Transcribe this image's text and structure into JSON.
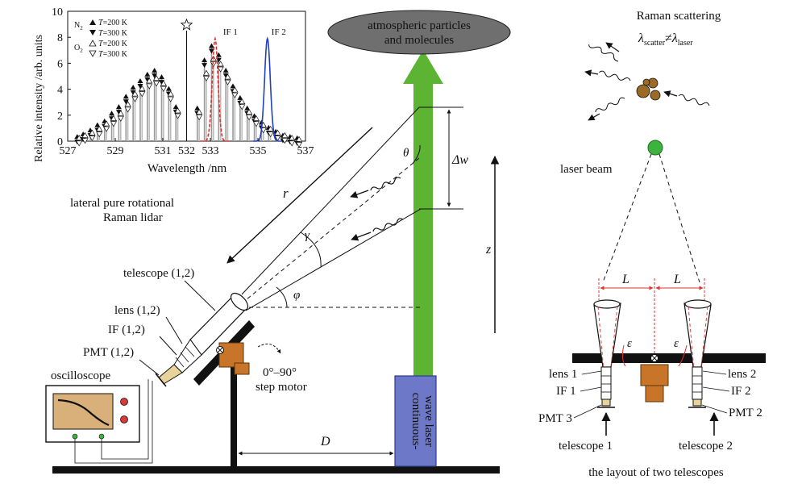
{
  "colors": {
    "laser_beam": "#5cb432",
    "laser_box": "#6d78c8",
    "laser_box_edge": "#2d3b8a",
    "cloud": "#6f6f6f",
    "motor": "#c8752a",
    "molecule": "#9a6a26",
    "laser_spot": "#3cb33c",
    "if1_filter": "#e03030",
    "if2_filter": "#2040c0",
    "scope_screen": "#d9b07a",
    "scope_button": "#d83a3a",
    "scope_terminal": "#3cb33c"
  },
  "labels": {
    "atmosphere_line1": "atmospheric particles",
    "atmosphere_line2": "and molecules",
    "raman_title": "Raman scattering",
    "lambda_scatter": "λ",
    "scatter_sub": "scatter",
    "neq": "≠",
    "lambda_laser": "λ",
    "laser_sub": "laser",
    "laser_beam_label": "laser beam",
    "lidar_line1": "lateral pure rotational",
    "lidar_line2": "Raman lidar",
    "r": "r",
    "theta": "θ",
    "gamma": "γ",
    "phi": "φ",
    "delta_w": "Δw",
    "z": "z",
    "D": "D",
    "L": "L",
    "epsilon": "ε",
    "telescope": "telescope (1,2)",
    "lens": "lens (1,2)",
    "if": "IF (1,2)",
    "pmt": "PMT (1,2)",
    "oscilloscope": "oscilloscope",
    "motor_angle": "0°–90°",
    "motor_label": "step motor",
    "laser_line1": "continuous-",
    "laser_line2": "wave laser",
    "lens1": "lens 1",
    "if1": "IF 1",
    "pmt3": "PMT 3",
    "tel1": "telescope 1",
    "lens2": "lens 2",
    "if2": "IF 2",
    "pmt2": "PMT 2",
    "tel2": "telescope 2",
    "layout_caption": "the layout of two telescopes"
  },
  "inset_plot": {
    "type": "bar",
    "xlabel": "Wavelength /nm",
    "ylabel": "Relative intensity /arb. units",
    "xlim": [
      527,
      537
    ],
    "ylim": [
      0,
      10
    ],
    "x_ticks": [
      "527",
      "529",
      "531",
      "532",
      "533",
      "535",
      "537"
    ],
    "x_tick_values": [
      527,
      529,
      531,
      532,
      533,
      535,
      537
    ],
    "y_ticks": [
      "0",
      "2",
      "4",
      "6",
      "8",
      "10"
    ],
    "y_tick_values": [
      0,
      2,
      4,
      6,
      8,
      10
    ],
    "laser_line_x": 532.0,
    "if1_label": "IF 1",
    "if2_label": "IF 2",
    "if1_center": 533.2,
    "if2_center": 535.4,
    "filter_peak": 7.9,
    "filter_width": 0.12,
    "legend": {
      "n2": "N",
      "n2_sub": "2",
      "o2": "O",
      "o2_sub": "2",
      "t": "T",
      "t200": "=200 K",
      "t300": "=300 K"
    },
    "lines": [
      {
        "x": 527.4,
        "a": 0.3,
        "b": 0.2
      },
      {
        "x": 527.65,
        "a": 0.5,
        "b": 0.4
      },
      {
        "x": 527.95,
        "a": 0.8,
        "b": 0.6
      },
      {
        "x": 528.25,
        "a": 1.2,
        "b": 0.9
      },
      {
        "x": 528.55,
        "a": 1.5,
        "b": 1.3
      },
      {
        "x": 528.85,
        "a": 2.1,
        "b": 1.7
      },
      {
        "x": 529.15,
        "a": 2.6,
        "b": 2.1
      },
      {
        "x": 529.45,
        "a": 3.4,
        "b": 2.8
      },
      {
        "x": 529.75,
        "a": 4.1,
        "b": 3.6
      },
      {
        "x": 530.05,
        "a": 4.6,
        "b": 4.0
      },
      {
        "x": 530.35,
        "a": 5.1,
        "b": 4.6
      },
      {
        "x": 530.65,
        "a": 5.4,
        "b": 4.8
      },
      {
        "x": 530.95,
        "a": 4.9,
        "b": 4.4
      },
      {
        "x": 531.25,
        "a": 4.0,
        "b": 3.6
      },
      {
        "x": 531.55,
        "a": 2.6,
        "b": 2.3
      },
      {
        "x": 532.45,
        "a": 2.5,
        "b": 2.2
      },
      {
        "x": 532.75,
        "a": 6.2,
        "b": 5.2
      },
      {
        "x": 533.05,
        "a": 7.3,
        "b": 6.3
      },
      {
        "x": 533.35,
        "a": 6.6,
        "b": 5.9
      },
      {
        "x": 533.65,
        "a": 5.4,
        "b": 4.9
      },
      {
        "x": 533.95,
        "a": 4.2,
        "b": 3.9
      },
      {
        "x": 534.25,
        "a": 3.3,
        "b": 3.0
      },
      {
        "x": 534.55,
        "a": 2.5,
        "b": 2.2
      },
      {
        "x": 534.85,
        "a": 1.9,
        "b": 1.7
      },
      {
        "x": 535.15,
        "a": 1.4,
        "b": 1.2
      },
      {
        "x": 535.45,
        "a": 1.0,
        "b": 0.9
      },
      {
        "x": 535.75,
        "a": 0.7,
        "b": 0.6
      },
      {
        "x": 536.05,
        "a": 0.4,
        "b": 0.4
      },
      {
        "x": 536.35,
        "a": 0.3,
        "b": 0.2
      },
      {
        "x": 536.65,
        "a": 0.2,
        "b": 0.1
      }
    ]
  }
}
